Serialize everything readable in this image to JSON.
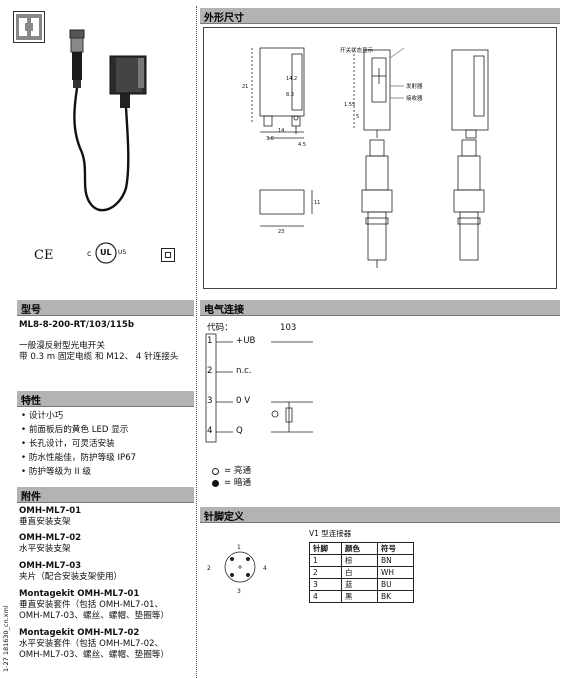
{
  "sections": {
    "dimensions": "外形尺寸",
    "model": "型号",
    "electrical": "电气连接",
    "features": "特性",
    "accessories": "附件",
    "pin_definition": "针脚定义"
  },
  "product": {
    "model_number": "ML8-8-200-RT/103/115b",
    "desc_line1": "一般漫反射型光电开关",
    "desc_line2": "带 0.3 m 固定电缆 和 M12、 4 针连接头"
  },
  "features": [
    "设计小巧",
    "前面板后的黄色 LED 显示",
    "长孔设计，可灵活安装",
    "防水性能佳，防护等级 IP67",
    "防护等级为 II 级"
  ],
  "accessories": [
    {
      "name": "OMH-ML7-01",
      "desc": "垂直安装支架"
    },
    {
      "name": "OMH-ML7-02",
      "desc": "水平安装支架"
    },
    {
      "name": "OMH-ML7-03",
      "desc": "夹片（配合安装支架使用）"
    },
    {
      "name": "Montagekit OMH-ML7-01",
      "desc": "垂直安装套件（包括 OMH-ML7-01、",
      "desc2": "OMH-ML7-03、螺丝、螺帽、垫圈等）"
    },
    {
      "name": "Montagekit OMH-ML7-02",
      "desc": "水平安装套件（包括 OMH-ML7-02、",
      "desc2": "OMH-ML7-03、螺丝、螺帽、垫圈等）"
    }
  ],
  "certifications": {
    "ce": "CE",
    "ul_c": "c",
    "ul_mark": "UL",
    "ul_us": "US"
  },
  "dimension_labels": {
    "sensor_label": "开关状态显示",
    "emitter": "发射器",
    "receiver": "接收器",
    "d1": "21",
    "d2": "14.2",
    "d3": "8.3",
    "d4": "14",
    "d5": "3.6",
    "d6": "4.5",
    "d7": "11",
    "d8": "23",
    "d9": "1.55",
    "d10": "5"
  },
  "electrical": {
    "code_label": "代码：",
    "code_value": "103",
    "pins": [
      {
        "num": "1",
        "label": "+UB"
      },
      {
        "num": "2",
        "label": "n.c."
      },
      {
        "num": "3",
        "label": "0 V"
      },
      {
        "num": "4",
        "label": "Q"
      }
    ],
    "legend_bright": "= 亮通",
    "legend_dark": "= 暗通"
  },
  "pin_definition": {
    "title": "V1 型连接器",
    "headers": [
      "针脚",
      "颜色",
      "符号"
    ],
    "rows": [
      [
        "1",
        "棕",
        "BN"
      ],
      [
        "2",
        "白",
        "WH"
      ],
      [
        "3",
        "蓝",
        "BU"
      ],
      [
        "4",
        "黑",
        "BK"
      ]
    ],
    "pin_numbers": [
      "1",
      "2",
      "3",
      "4"
    ]
  },
  "side_code": "1-27  181630_cn.xml"
}
